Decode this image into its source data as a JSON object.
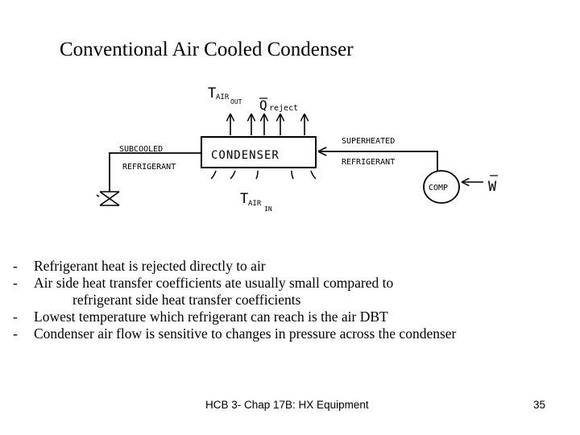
{
  "slide": {
    "title": "Conventional Air Cooled Condenser",
    "footer": "HCB 3- Chap 17B: HX Equipment",
    "page_number": "35"
  },
  "diagram": {
    "condenser_label": "CONDENSER",
    "comp_label": "COMP",
    "t_air_out": {
      "main": "T",
      "sub": "AIR",
      "sub2": "OUT"
    },
    "q_reject": {
      "main": "Q",
      "sub": "reject"
    },
    "subcooled_line1": "SUBCOOLED",
    "subcooled_line2": "REFRIGERANT",
    "superheated_line1": "SUPERHEATED",
    "superheated_line2": "REFRIGERANT",
    "t_air_in": {
      "main": "T",
      "sub": "AIR",
      "sub2": "IN"
    },
    "w_label": "W"
  },
  "bullets": [
    {
      "dash": "-",
      "text": "Refrigerant heat is rejected directly to air"
    },
    {
      "dash": "-",
      "text": "Air side heat transfer coefficients ate usually small compared to"
    },
    {
      "dash": "",
      "text": "refrigerant side heat transfer coefficients",
      "continuation": true
    },
    {
      "dash": "-",
      "text": "Lowest temperature which refrigerant can reach is the air DBT"
    },
    {
      "dash": "-",
      "text": "Condenser air flow is sensitive to changes in pressure across the condenser"
    }
  ]
}
